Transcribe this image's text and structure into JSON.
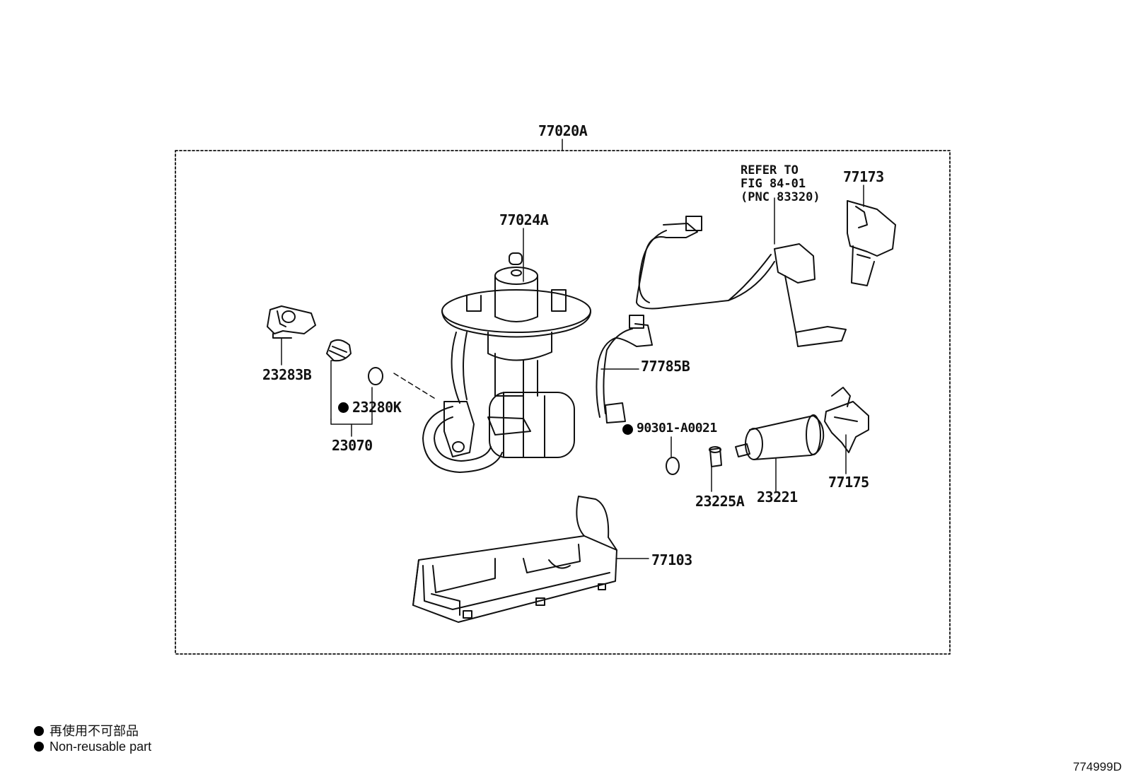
{
  "labels": {
    "assembly": "77020A",
    "pump_bracket": "77024A",
    "refer": [
      "REFER TO",
      "FIG 84-01",
      "(PNC 83320)"
    ],
    "cover": "77173",
    "harness": "77785B",
    "clip": "23283B",
    "valve": "23280K",
    "valve_kit": "23070",
    "gasket": "90301-A0021",
    "cushion": "23225A",
    "pump": "23221",
    "pump_holder": "77175",
    "case": "77103"
  },
  "legend": {
    "japanese": "再使用不可部品",
    "english": "Non-reusable part"
  },
  "figure_code": "774999D"
}
